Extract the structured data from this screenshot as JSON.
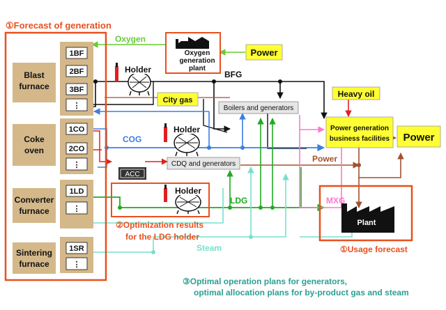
{
  "forecast_title": "①Forecast of generation",
  "usage_forecast": "①Usage forecast",
  "optimization_line1": "②Optimization results",
  "optimization_line2": "for the LDG holder",
  "optimal_line1": "③Optimal operation plans for generators,",
  "optimal_line2": "optimal allocation plans for by-product gas and steam",
  "furnaces": {
    "blast": [
      "Blast",
      "furnace"
    ],
    "coke": [
      "Coke",
      "oven"
    ],
    "converter": [
      "Converter",
      "furnace"
    ],
    "sintering": [
      "Sintering",
      "furnace"
    ]
  },
  "units": {
    "bf1": "1BF",
    "bf2": "2BF",
    "bf3": "3BF",
    "bf_more": "⋮",
    "co1": "1CO",
    "co2": "2CO",
    "co_more": "⋮",
    "ld1": "1LD",
    "ld_more": "⋮",
    "sr1": "1SR",
    "sr_more": "⋮"
  },
  "labels": {
    "oxygen": "Oxygen",
    "oxygen_plant": [
      "Oxygen",
      "generation",
      "plant"
    ],
    "power_top": "Power",
    "holder": "Holder",
    "bfg": "BFG",
    "city_gas": "City gas",
    "boilers": "Boilers and generators",
    "heavy_oil": "Heavy oil",
    "power_gen": [
      "Power generation",
      "business facilities"
    ],
    "power_right": "Power",
    "cog": "COG",
    "acc": "ACC",
    "cdq": "CDQ and generators",
    "power_mid": "Power",
    "ldg": "LDG",
    "mxg": "MXG",
    "plant": "Plant",
    "steam": "Steam"
  },
  "colors": {
    "orange": "#e8501e",
    "tan": "#d4b88a",
    "yellow": "#ffff33",
    "oxygen": "#66cc33",
    "bfg": "#111111",
    "cog": "#3a7fe0",
    "coke": "#e02020",
    "ldg": "#22aa22",
    "steam": "#77e0cc",
    "mxg": "#ff77cc",
    "power": "#a0522d",
    "teal": "#2aa090"
  }
}
